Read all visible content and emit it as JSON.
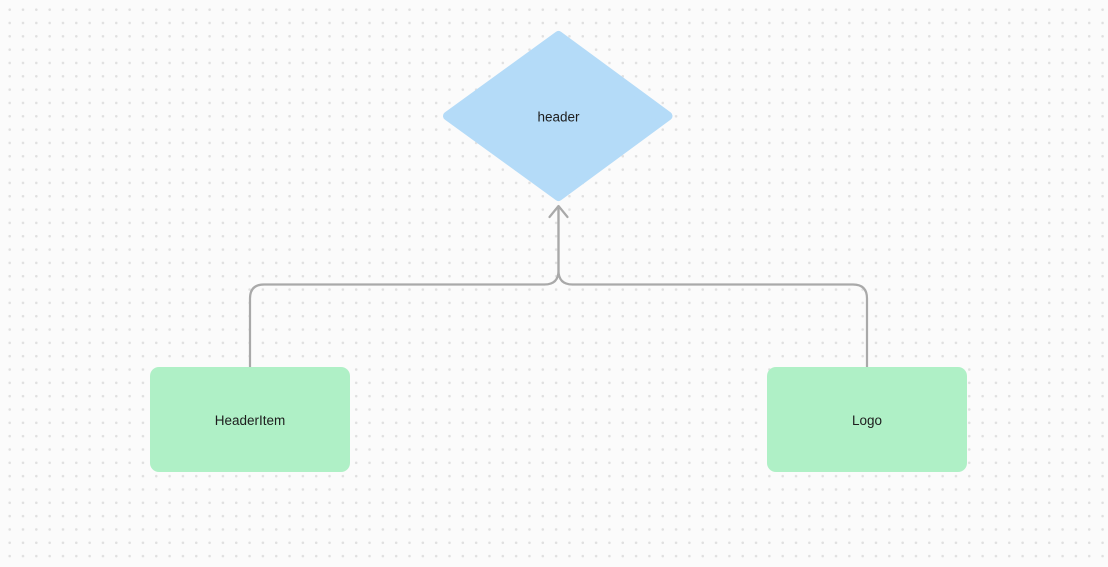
{
  "canvas": {
    "background_color": "#fbfbfb",
    "dot_color": "#e0e0e0",
    "connector_color": "#a9a9a9",
    "label_color": "#1d1d1d"
  },
  "diagram": {
    "nodes": [
      {
        "id": "header",
        "label": "header",
        "shape": "diamond",
        "fill": "#b4dbf8"
      },
      {
        "id": "headeritem",
        "label": "HeaderItem",
        "shape": "rectangle",
        "fill": "#aff0c6"
      },
      {
        "id": "logo",
        "label": "Logo",
        "shape": "rectangle",
        "fill": "#aff0c6"
      }
    ],
    "edges": [
      {
        "from": "headeritem",
        "to": "header",
        "arrow": "up"
      },
      {
        "from": "logo",
        "to": "header",
        "arrow": "up"
      }
    ]
  }
}
